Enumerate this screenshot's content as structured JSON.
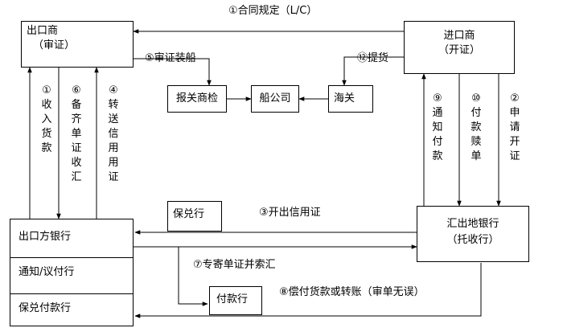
{
  "nodes": {
    "exporter": {
      "line1": "出口商",
      "line2": "（审证）"
    },
    "importer": {
      "line1": "进口商",
      "line2": "（开证）"
    },
    "inspection": "报关商检",
    "shipping": "船公司",
    "customs": "海关",
    "confirming_bank": "保兑行",
    "remitting_bank": {
      "line1": "汇出地银行",
      "line2": "（托收行）"
    },
    "exporter_bank": {
      "row1": "出口方银行",
      "row2": "通知/议付行",
      "row3": "保兑付款行"
    },
    "paying_bank": "付款行"
  },
  "flows": {
    "f1_contract": "①合同规定（L/C）",
    "f2_apply": "②申请开证",
    "f3_issue": "③开出信用证",
    "f4_forward": "④转送信用用证",
    "f5_ship": "⑤审证装船",
    "f6_docs": "⑥备齐单证收汇",
    "f7_send": "⑦专寄单证并索汇",
    "f8_reimburse": "⑧偿付货款或转账（审单无误）",
    "f9_notify": "⑨通知付款",
    "f10_pay": "⑩付款赎单",
    "f11_receive": "①收入货款",
    "f12_pickup": "⑫提货"
  }
}
